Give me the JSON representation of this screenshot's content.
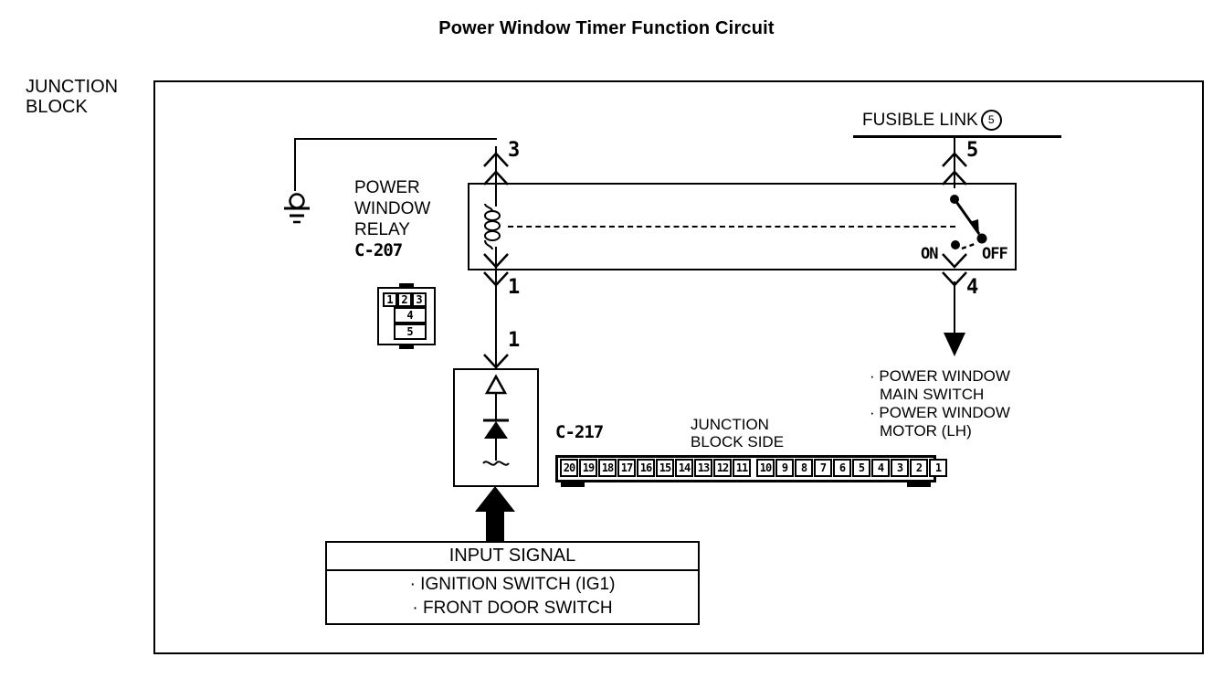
{
  "title": "Power Window Timer Function Circuit",
  "junction_block": {
    "label_line1": "JUNCTION",
    "label_line2": "BLOCK"
  },
  "relay": {
    "name_line1": "POWER",
    "name_line2": "WINDOW",
    "name_line3": "RELAY",
    "code": "C-207",
    "coil_pin_top": "3",
    "coil_pin_bottom": "1",
    "switch_pin_top": "5",
    "switch_pin_bottom": "4",
    "contact_on": "ON",
    "contact_off": "OFF",
    "connector_pins_row1": [
      "1",
      "2",
      "3"
    ],
    "connector_pins_row2": [
      "4"
    ],
    "connector_pins_row3": [
      "5"
    ]
  },
  "fusible_link": {
    "label": "FUSIBLE LINK",
    "number": "5"
  },
  "timer": {
    "input_pin": "1"
  },
  "junction_block_side": {
    "connector_code": "C-217",
    "label_line1": "JUNCTION",
    "label_line2": "BLOCK SIDE",
    "pins": [
      "20",
      "19",
      "18",
      "17",
      "16",
      "15",
      "14",
      "13",
      "12",
      "11",
      "10",
      "9",
      "8",
      "7",
      "6",
      "5",
      "4",
      "3",
      "2",
      "1"
    ]
  },
  "outputs": {
    "item1_line1": "POWER WINDOW",
    "item1_line2": "MAIN SWITCH",
    "item2_line1": "POWER WINDOW",
    "item2_line2": "MOTOR (LH)",
    "bullet": "·"
  },
  "input_signal": {
    "title": "INPUT SIGNAL",
    "item1": "· IGNITION SWITCH (IG1)",
    "item2": "· FRONT DOOR SWITCH"
  },
  "colors": {
    "ink": "#000000",
    "paper": "#ffffff"
  }
}
